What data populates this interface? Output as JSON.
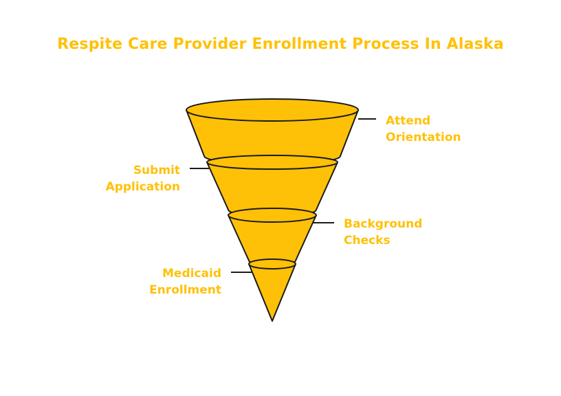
{
  "title": "Respite Care Provider Enrollment Process In Alaska",
  "colors": {
    "title": "#FFC107",
    "fill": "#FFC107",
    "label": "#FFC107",
    "outline": "#1a1a1a"
  },
  "stages": [
    {
      "line1": "Attend",
      "line2": "Orientation"
    },
    {
      "line1": "Submit",
      "line2": "Application"
    },
    {
      "line1": "Background",
      "line2": "Checks"
    },
    {
      "line1": "Medicaid",
      "line2": "Enrollment"
    }
  ]
}
